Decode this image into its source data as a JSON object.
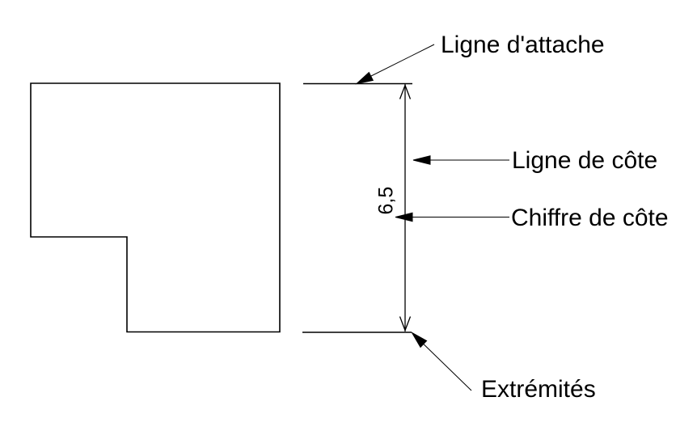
{
  "diagram": {
    "type": "technical-drawing-terminology",
    "labels": {
      "ligne_attache": "Ligne d'attache",
      "ligne_cote": "Ligne de côte",
      "chiffre_cote": "Chiffre de côte",
      "extremites": "Extrémités"
    },
    "dimension": {
      "value": "6,5"
    },
    "colors": {
      "ink": "#000000",
      "background": "#ffffff"
    }
  }
}
